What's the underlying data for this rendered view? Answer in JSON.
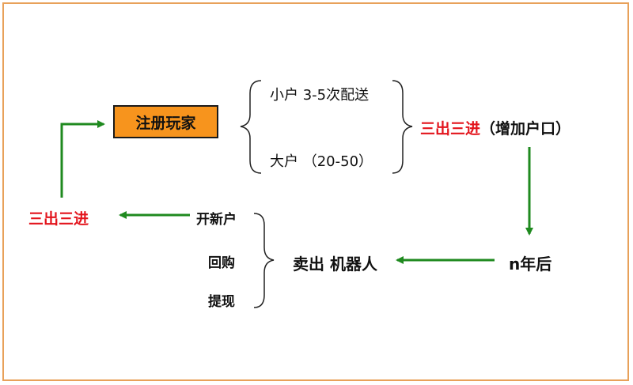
{
  "diagram": {
    "register_player": "注册玩家",
    "delivery_small": "小户 3-5次配送",
    "delivery_large": "大户 （20-50）",
    "three_out_three_in_right": "三出三进",
    "increase_accounts": "（增加户口）",
    "n_years_later": "n年后",
    "sell_robot": "卖出 机器人",
    "options": [
      "开新户",
      "回购",
      "提现"
    ],
    "three_out_three_in_left": "三出三进"
  },
  "colors": {
    "box_fill": "#f7941d",
    "arrow": "#1f8a1f",
    "highlight": "#e3141c",
    "frame": "#e8a15a"
  }
}
